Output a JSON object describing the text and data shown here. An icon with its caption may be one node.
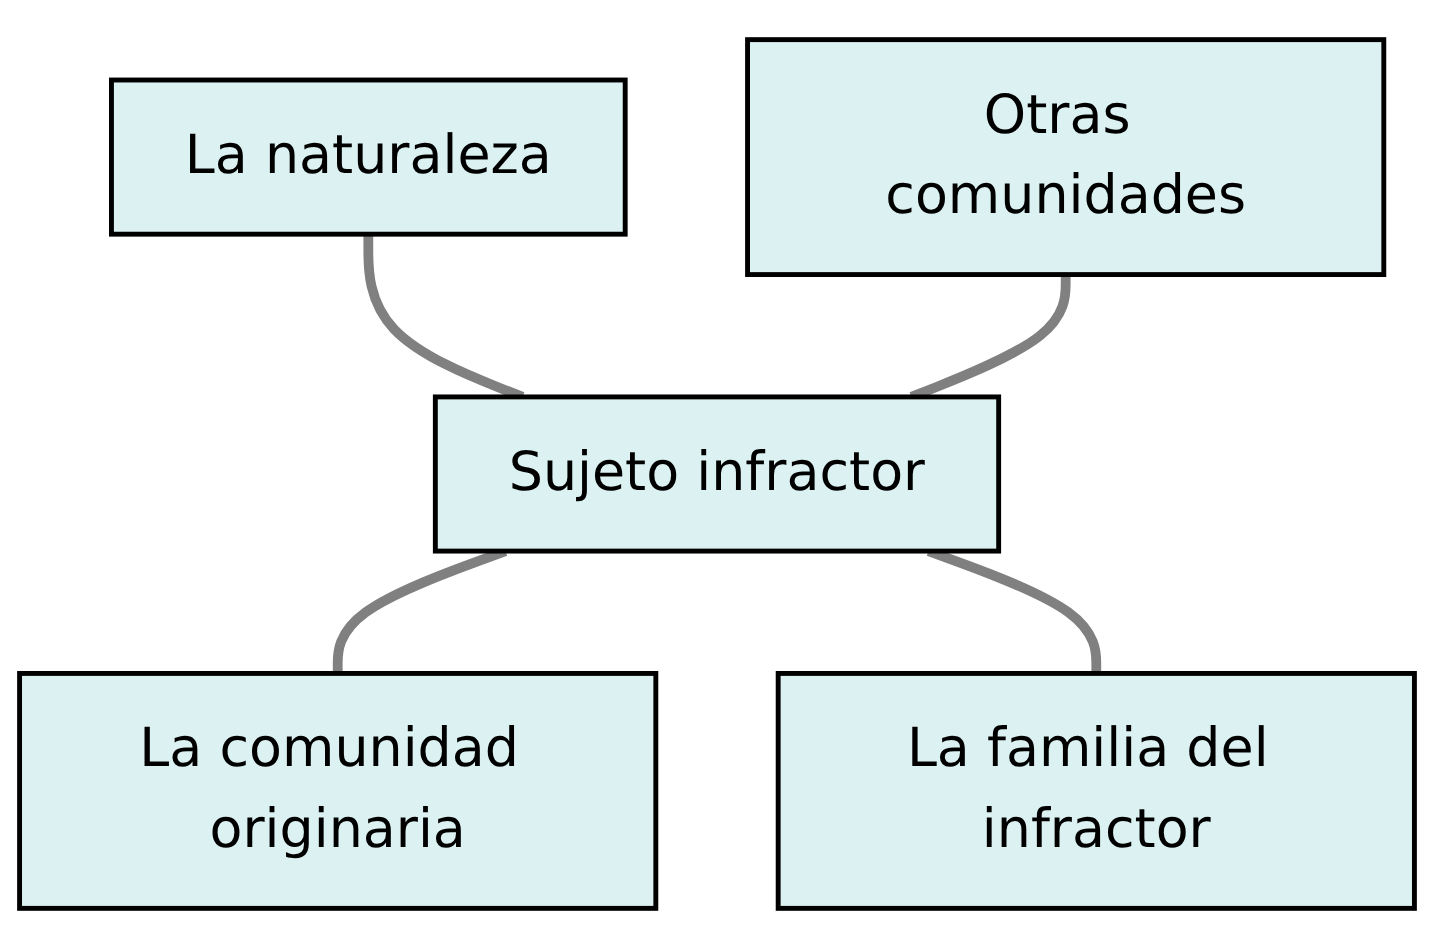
{
  "diagram": {
    "nodes": [
      {
        "text": [
          "La naturaleza"
        ]
      },
      {
        "text": [
          "Otras comunidades"
        ]
      },
      {
        "text": [
          "Sujeto infractor"
        ]
      },
      {
        "text": [
          "La comunidad originaria"
        ]
      },
      {
        "text": [
          "La familia del infractor"
        ]
      }
    ],
    "edges": [
      {
        "from": 0,
        "to": 2,
        "arrow": "none"
      },
      {
        "from": 1,
        "to": 2,
        "arrow": "none"
      },
      {
        "from": 2,
        "to": 3,
        "arrow": "none"
      },
      {
        "from": 2,
        "to": 4,
        "arrow": "none"
      }
    ]
  }
}
